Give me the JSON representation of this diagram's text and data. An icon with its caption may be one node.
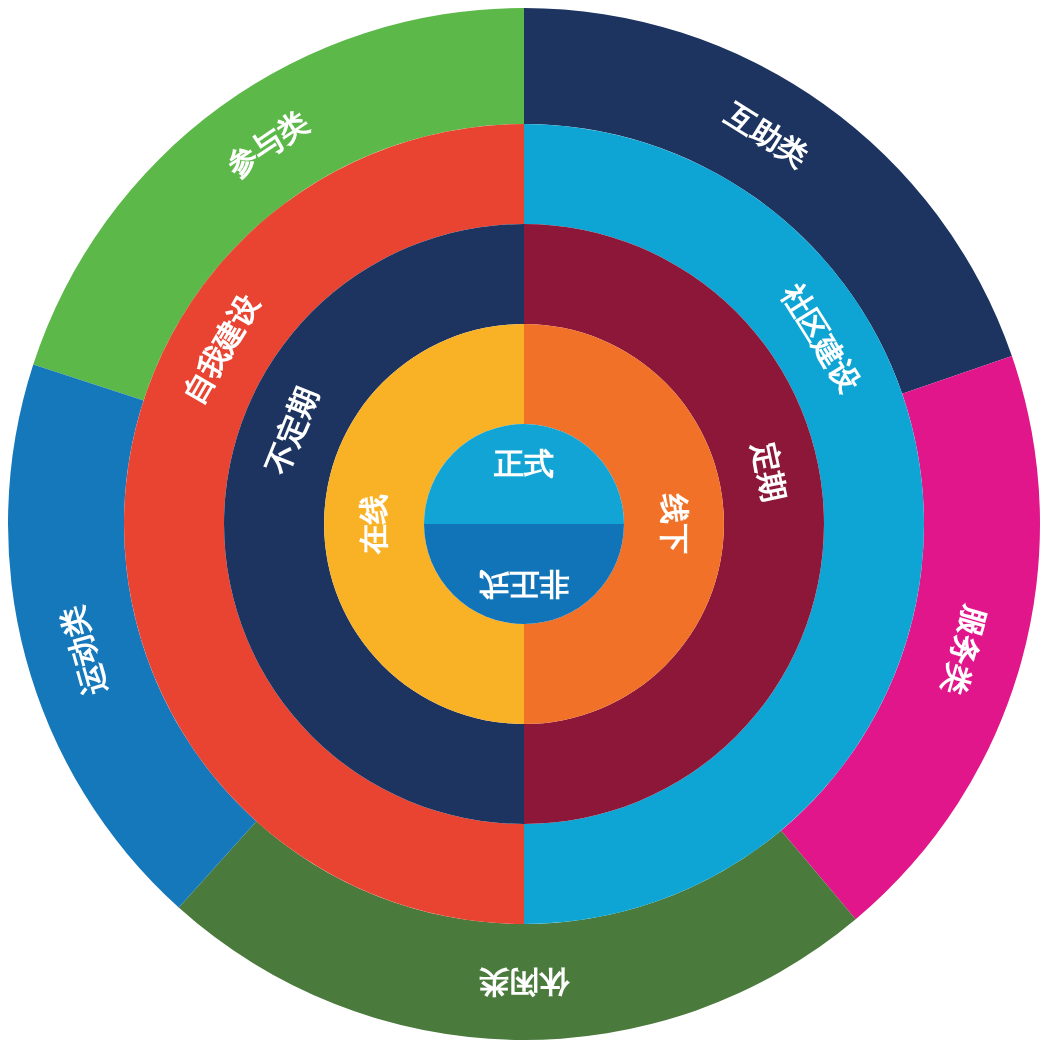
{
  "diagram": {
    "nodes": [
      {
        "text": [
          "参与类"
        ]
      },
      {
        "text": [
          "互助类"
        ]
      },
      {
        "text": [
          "服务类"
        ]
      },
      {
        "text": [
          "休闲类"
        ]
      },
      {
        "text": [
          "运动类"
        ]
      },
      {
        "text": [
          "自我建设"
        ]
      },
      {
        "text": [
          "社区建设"
        ]
      },
      {
        "text": [
          "不定期"
        ]
      },
      {
        "text": [
          "定期"
        ]
      },
      {
        "text": [
          "在线"
        ]
      },
      {
        "text": [
          "线下"
        ]
      },
      {
        "text": [
          "正式"
        ]
      },
      {
        "text": [
          "非正式"
        ]
      }
    ]
  }
}
